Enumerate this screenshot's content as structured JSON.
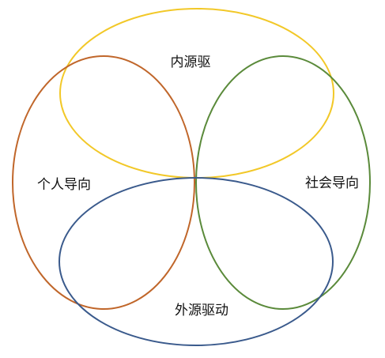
{
  "diagram": {
    "labels": {
      "top": "内源驱",
      "left": "个人导向",
      "right": "社会导向",
      "bottom": "外源驱动"
    },
    "colors": {
      "top_ellipse": "#F2C828",
      "left_ellipse": "#C0662A",
      "right_ellipse": "#5A8A3A",
      "bottom_ellipse": "#3A5A8C",
      "text": "#111111"
    }
  }
}
